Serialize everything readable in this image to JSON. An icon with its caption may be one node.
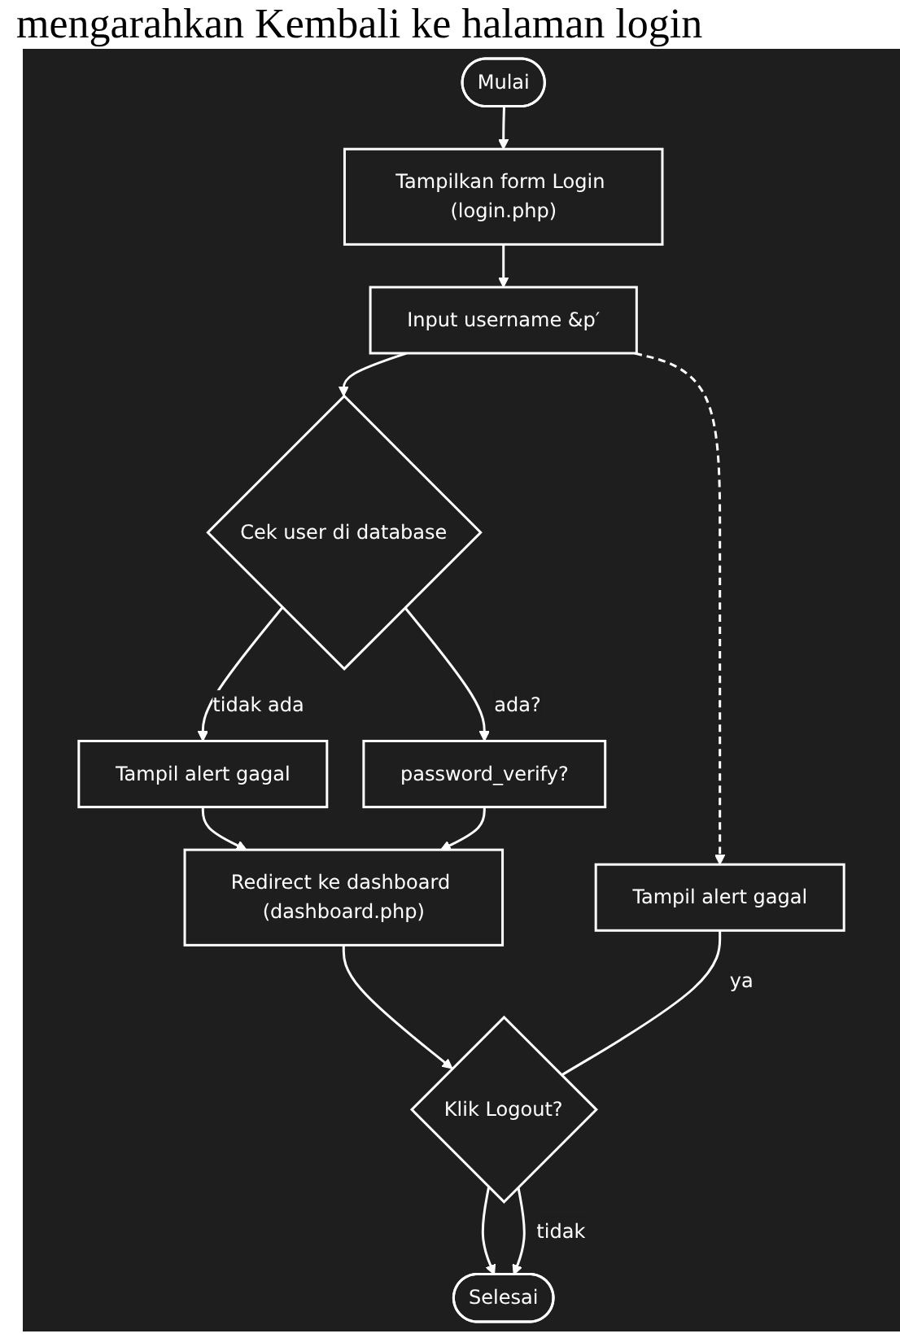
{
  "diagram": {
    "nodes": [
      {
        "text": [
          "Mulai"
        ]
      },
      {
        "text": [
          "Tampilkan form Login (login.php)"
        ]
      },
      {
        "text": [
          "Input username &p′"
        ]
      },
      {
        "text": [
          "Tampil alert gagal"
        ]
      },
      {
        "text": [
          "Cek user di database"
        ]
      },
      {
        "text": [
          "Tampil alert gagal"
        ]
      },
      {
        "text": [
          "password_verify?"
        ]
      },
      {
        "text": [
          "Redirect ke dashboard (dashboard.php)"
        ]
      },
      {
        "text": [
          "Klik Logout?"
        ]
      },
      {
        "text": [
          "Selesai"
        ]
      }
    ],
    "edges": [
      {
        "from": 0,
        "to": 1,
        "arrow": "to"
      },
      {
        "from": 1,
        "to": 2,
        "arrow": "to"
      },
      {
        "from": 2,
        "to": 3,
        "arrow": "to",
        "style": "dashed"
      },
      {
        "from": 2,
        "to": 4,
        "arrow": "to"
      },
      {
        "from": 4,
        "to": 5,
        "arrow": "to",
        "label": "tidak ada"
      },
      {
        "from": 4,
        "to": 6,
        "arrow": "to",
        "label": "ada?"
      },
      {
        "from": 5,
        "to": 7,
        "arrow": "to"
      },
      {
        "from": 6,
        "to": 7,
        "arrow": "to"
      },
      {
        "from": 7,
        "to": 8,
        "arrow": "to"
      },
      {
        "from": 3,
        "to": 8,
        "arrow": "none",
        "label": "ya"
      },
      {
        "from": 8,
        "to": 9,
        "arrow": "to"
      },
      {
        "from": 8,
        "to": 9,
        "arrow": "to",
        "label": "tidak"
      }
    ],
    "labels": [
      "mengarahkan Kembali ke halaman login"
    ]
  }
}
